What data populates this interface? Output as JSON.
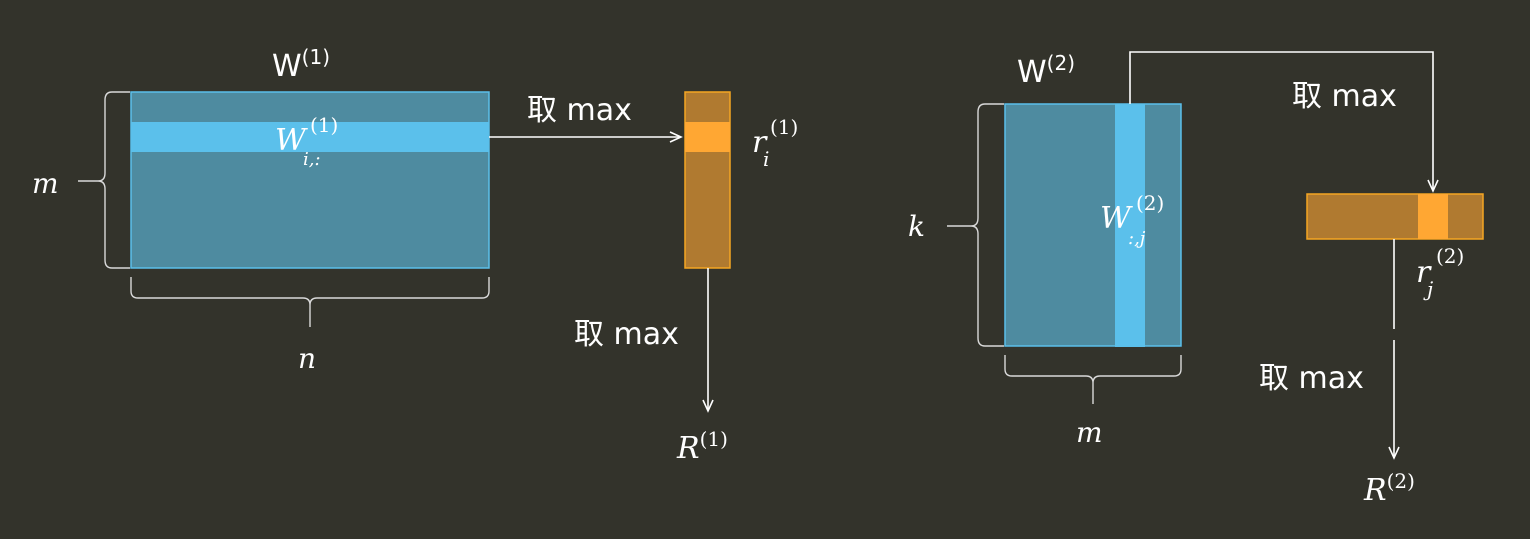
{
  "colors": {
    "background": "#33332b",
    "matrix_fill": "#4e8ba0",
    "matrix_border": "#5bc0eb",
    "highlight": "#5bc0eb",
    "vector_fill": "#b07a30",
    "vector_border": "#f5a623",
    "vector_highlight": "#ffa733",
    "text": "#ffffff"
  },
  "left": {
    "matrix_label": {
      "base": "W",
      "sup": "(1)"
    },
    "row_label": {
      "base": "W",
      "sub": "i,:",
      "sup": "(1)"
    },
    "dim_rows": "m",
    "dim_cols": "n",
    "arrow_label": "取 max",
    "vector_label": {
      "base": "r",
      "sub": "i",
      "sup": "(1)"
    },
    "down_label": "取 max",
    "result_label": {
      "base": "R",
      "sup": "(1)"
    }
  },
  "right": {
    "matrix_label": {
      "base": "W",
      "sup": "(2)"
    },
    "col_label": {
      "base": "W",
      "sub": ":,j",
      "sup": "(2)"
    },
    "dim_rows": "k",
    "dim_cols": "m",
    "arrow_label": "取 max",
    "vector_label": {
      "base": "r",
      "sub": "j",
      "sup": "(2)"
    },
    "down_label": "取 max",
    "result_label": {
      "base": "R",
      "sup": "(2)"
    }
  }
}
